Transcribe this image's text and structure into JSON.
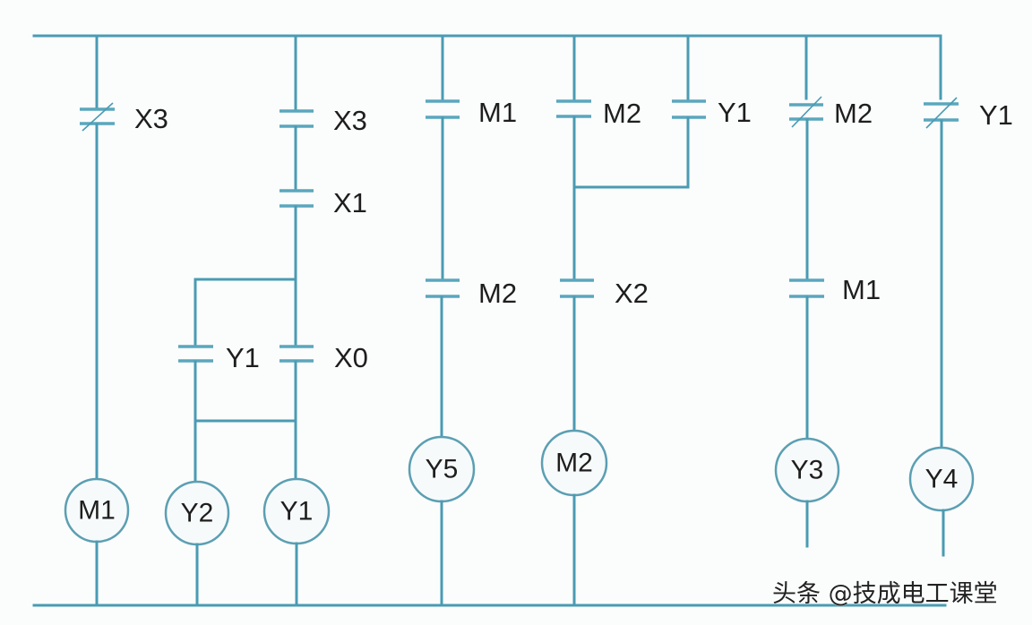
{
  "diagram": {
    "type": "plc-ladder-diagram",
    "colors": {
      "wire": "#4a9bb3",
      "coil_outline": "#5b9fb2",
      "text": "#1e1e1e",
      "background": "#fbfcfc"
    },
    "rungs": [
      {
        "id": "rung-1",
        "contacts": [
          {
            "name": "X3",
            "type": "normally-closed"
          }
        ],
        "coils": [
          "M1"
        ]
      },
      {
        "id": "rung-2",
        "contacts": [
          {
            "name": "X3",
            "type": "normally-open"
          },
          {
            "name": "X1",
            "type": "normally-open"
          }
        ],
        "parallel_outputs": [
          {
            "contact": {
              "name": "Y1",
              "type": "normally-open"
            },
            "coil": "Y2"
          },
          {
            "contact": {
              "name": "X0",
              "type": "normally-open"
            },
            "coil": "Y1"
          }
        ]
      },
      {
        "id": "rung-3",
        "contacts": [
          {
            "name": "M1",
            "type": "normally-open"
          },
          {
            "name": "M2",
            "type": "normally-open"
          }
        ],
        "coils": [
          "Y5"
        ]
      },
      {
        "id": "rung-4",
        "parallel_contacts": [
          {
            "name": "M2",
            "type": "normally-open"
          },
          {
            "name": "Y1",
            "type": "normally-open"
          }
        ],
        "contacts": [
          {
            "name": "X2",
            "type": "normally-open"
          }
        ],
        "coils": [
          "M2"
        ]
      },
      {
        "id": "rung-5",
        "contacts": [
          {
            "name": "M2",
            "type": "normally-closed"
          },
          {
            "name": "M1",
            "type": "normally-open"
          }
        ],
        "coils": [
          "Y3"
        ]
      },
      {
        "id": "rung-6",
        "contacts": [
          {
            "name": "Y1",
            "type": "normally-closed"
          }
        ],
        "coils": [
          "Y4"
        ]
      }
    ],
    "labels": {
      "r1_c1": "X3",
      "r2_c1": "X3",
      "r2_c2": "X1",
      "r2_branch_a": "Y1",
      "r2_branch_b": "X0",
      "r3_c1": "M1",
      "r3_c2": "M2",
      "r4_c1": "M2",
      "r4_c1_parallel": "Y1",
      "r4_c2": "X2",
      "r5_c1": "M2",
      "r5_c2": "M1",
      "r6_c1": "Y1",
      "coil_m1": "M1",
      "coil_y2": "Y2",
      "coil_y1": "Y1",
      "coil_y5": "Y5",
      "coil_m2": "M2",
      "coil_y3": "Y3",
      "coil_y4": "Y4"
    }
  },
  "watermark": "头条 @技成电工课堂"
}
